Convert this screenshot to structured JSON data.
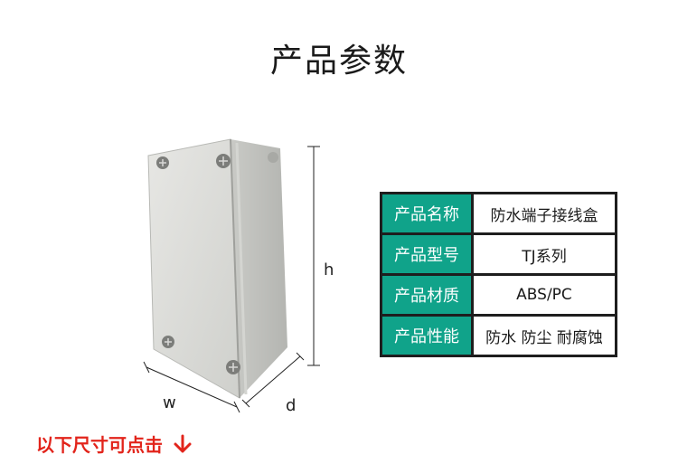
{
  "page": {
    "title": "产品参数"
  },
  "drawing": {
    "label_h": "h",
    "label_w": "w",
    "label_d": "d"
  },
  "spec_table": {
    "rows": [
      {
        "key": "产品名称",
        "value": "防水端子接线盒"
      },
      {
        "key": "产品型号",
        "value": "TJ系列"
      },
      {
        "key": "产品材质",
        "value": "ABS/PC"
      },
      {
        "key": "产品性能",
        "value": "防水 防尘 耐腐蚀"
      }
    ],
    "key_bg_color": "#10a38a",
    "border_color": "#1e1e1e"
  },
  "footer": {
    "hint": "以下尺寸可点击",
    "hint_color": "#e2241b",
    "icon": "arrow-down-icon"
  }
}
